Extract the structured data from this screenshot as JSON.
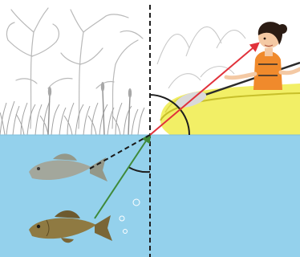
{
  "scene": {
    "type": "refraction-illustration",
    "colors": {
      "water": "#94d1ec",
      "air": "#ffffff",
      "sketch": "#b9b9b9",
      "grass": "#a3a3a3",
      "canoe": "#f2ef66",
      "canoe_rim": "#c7bf2a",
      "life_vest": "#f08a2c",
      "hair": "#2b1c14",
      "skin": "#f4c9a4",
      "normal_line": "#1e1e1e",
      "reflected_ray": "#e1323b",
      "refracted_ray": "#3f8a3a",
      "apparent_ray": "#1a1a1a",
      "fish_real": "#8f7a42",
      "fish_image": "#a3a79c"
    },
    "objects": [
      {
        "name": "background-trees-sketch",
        "icon": "tree-sketch"
      },
      {
        "name": "reeds-grass",
        "icon": "grass"
      },
      {
        "name": "girl-in-canoe",
        "icon": "person-in-canoe"
      },
      {
        "name": "paddle",
        "icon": "paddle"
      },
      {
        "name": "apparent-fish-image",
        "icon": "fish-faded"
      },
      {
        "name": "real-fish",
        "icon": "fish"
      },
      {
        "name": "bubbles",
        "icon": "bubbles"
      }
    ],
    "rays": [
      {
        "name": "refracted-ray-in-air",
        "style": "solid",
        "color_key": "reflected_ray"
      },
      {
        "name": "ray-in-water",
        "style": "solid",
        "color_key": "refracted_ray"
      },
      {
        "name": "apparent-ray-extension",
        "style": "dashed",
        "color_key": "apparent_ray"
      }
    ],
    "normal_line": {
      "style": "dashed"
    },
    "angle_marks": [
      "angle-in-air",
      "angle-in-water"
    ]
  }
}
